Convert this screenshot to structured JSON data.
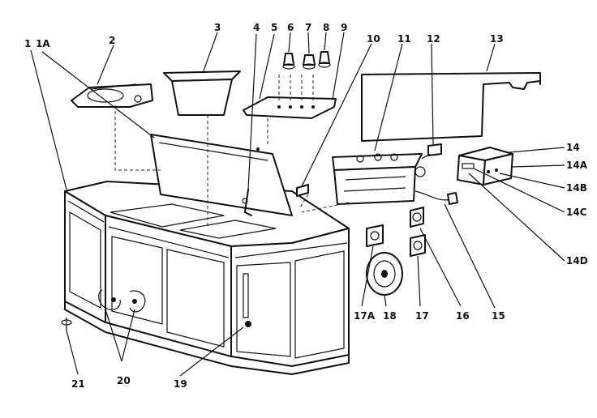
{
  "callouts": [
    {
      "id": "c-1",
      "label": "1"
    },
    {
      "id": "c-1A",
      "label": "1A"
    },
    {
      "id": "c-2",
      "label": "2"
    },
    {
      "id": "c-3",
      "label": "3"
    },
    {
      "id": "c-4",
      "label": "4"
    },
    {
      "id": "c-5",
      "label": "5"
    },
    {
      "id": "c-6",
      "label": "6"
    },
    {
      "id": "c-7",
      "label": "7"
    },
    {
      "id": "c-8",
      "label": "8"
    },
    {
      "id": "c-9",
      "label": "9"
    },
    {
      "id": "c-10",
      "label": "10"
    },
    {
      "id": "c-11",
      "label": "11"
    },
    {
      "id": "c-12",
      "label": "12"
    },
    {
      "id": "c-13",
      "label": "13"
    },
    {
      "id": "c-14",
      "label": "14"
    },
    {
      "id": "c-14A",
      "label": "14A"
    },
    {
      "id": "c-14B",
      "label": "14B"
    },
    {
      "id": "c-14C",
      "label": "14C"
    },
    {
      "id": "c-14D",
      "label": "14D"
    },
    {
      "id": "c-15",
      "label": "15"
    },
    {
      "id": "c-16",
      "label": "16"
    },
    {
      "id": "c-17",
      "label": "17"
    },
    {
      "id": "c-17A",
      "label": "17A"
    },
    {
      "id": "c-18",
      "label": "18"
    },
    {
      "id": "c-19",
      "label": "19"
    },
    {
      "id": "c-20",
      "label": "20"
    },
    {
      "id": "c-21",
      "label": "21"
    }
  ]
}
